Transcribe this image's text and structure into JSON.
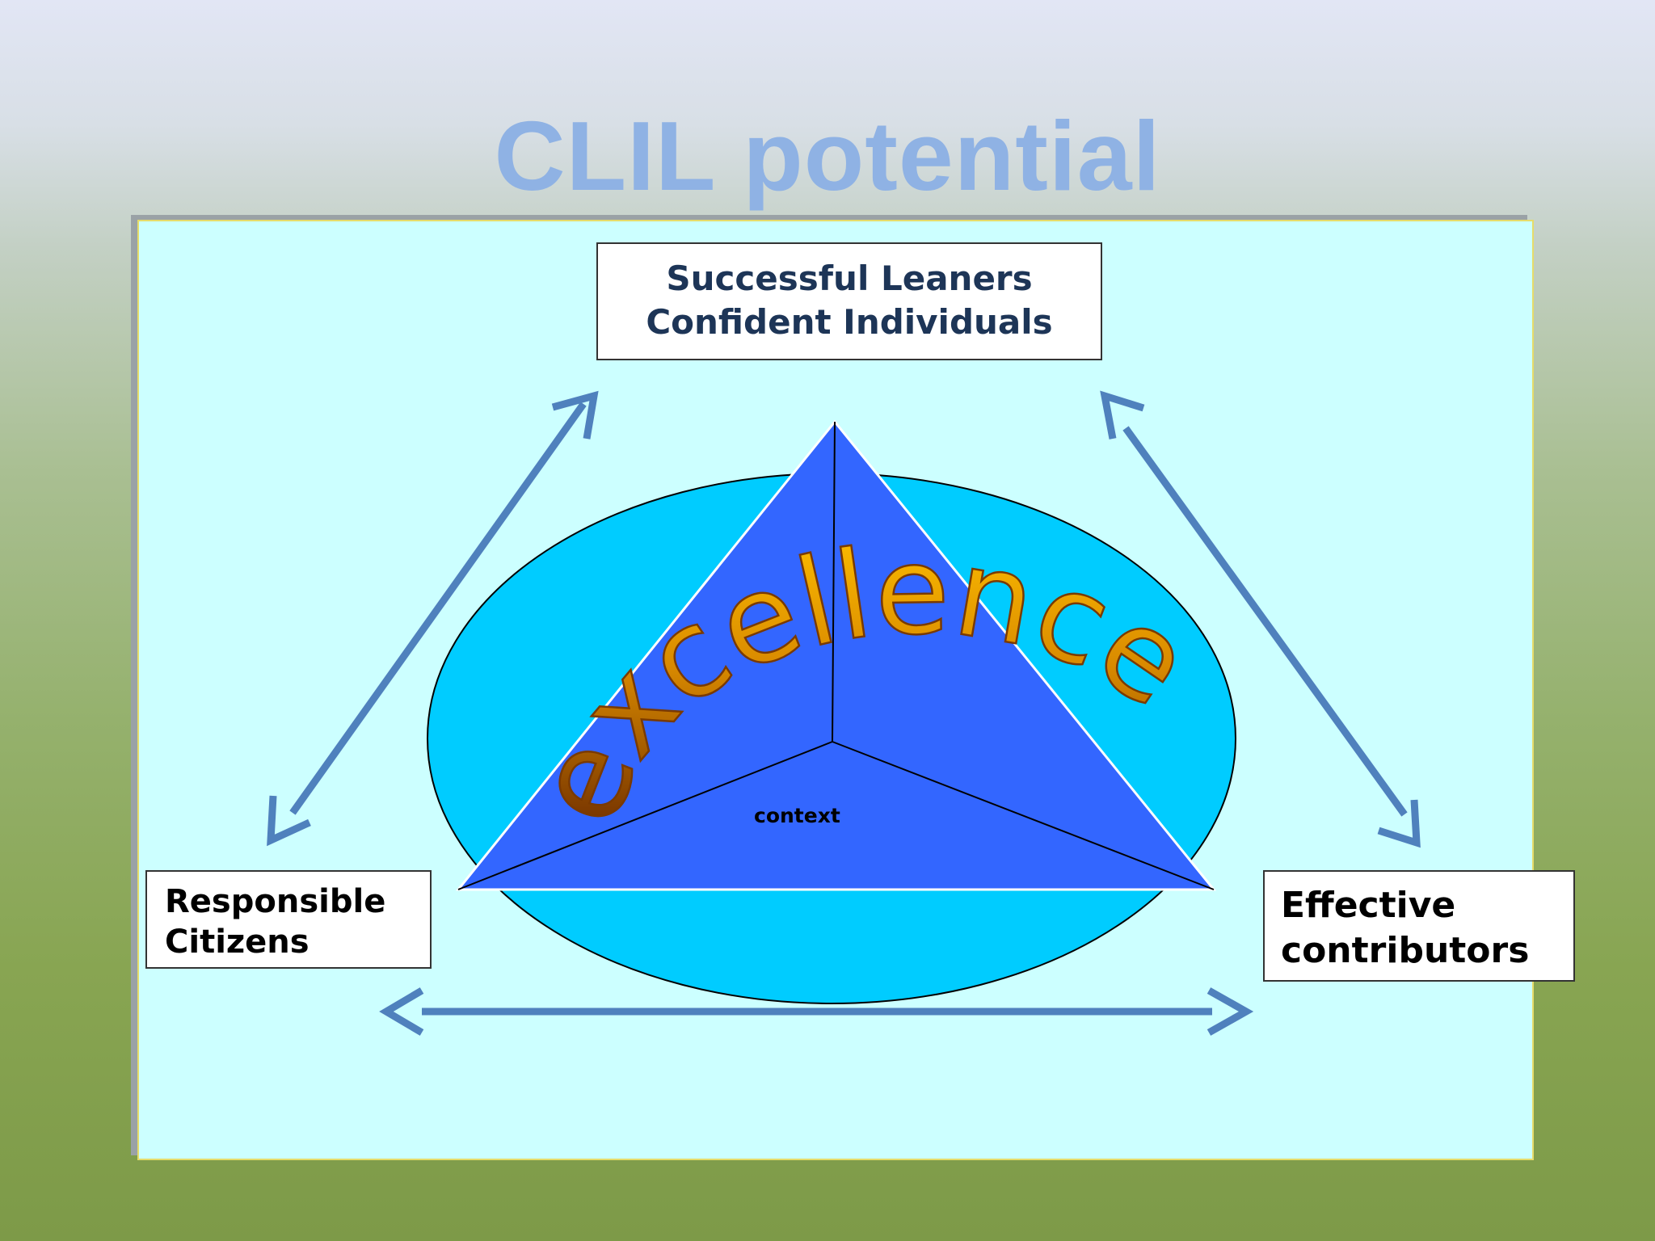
{
  "title": "CLIL potential",
  "top_box": {
    "line1": "Successful Leaners",
    "line2": "Confident Individuals"
  },
  "left_box": {
    "line1": "Responsible",
    "line2": "Citizens"
  },
  "right_box": {
    "line1": "Effective",
    "line2": "contributors"
  },
  "center": {
    "word": "excellence",
    "context_label": "context"
  },
  "colors": {
    "title": "#8fb2e4",
    "panel": "#ccffff",
    "ellipse": "#00ccff",
    "triangle": "#3366ff",
    "arrows": "#4f81bd",
    "word_gold": "#f0b000",
    "word_brown": "#6b2a00"
  }
}
